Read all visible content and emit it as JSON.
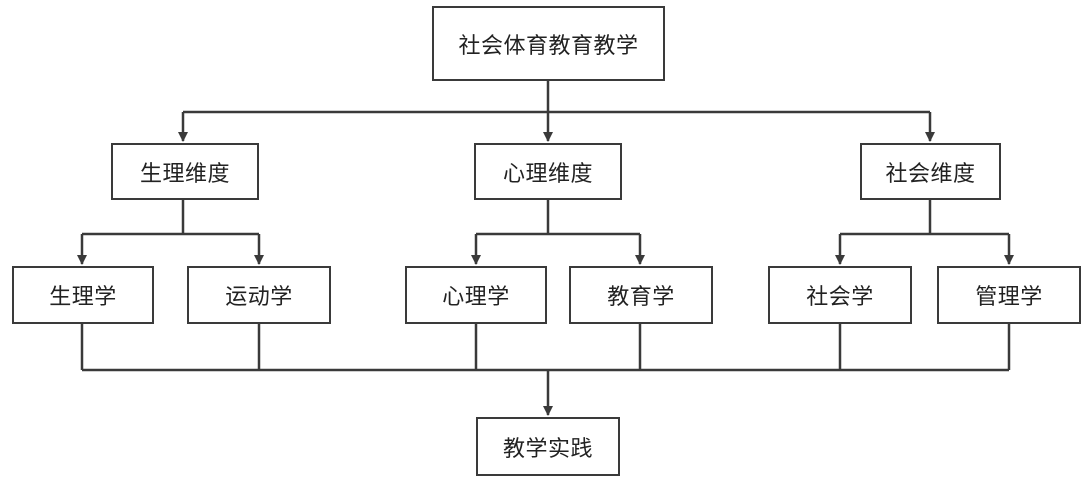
{
  "diagram": {
    "root": {
      "label": "社会体育教育教学"
    },
    "dimensions": [
      {
        "label": "生理维度",
        "children": [
          {
            "label": "生理学"
          },
          {
            "label": "运动学"
          }
        ]
      },
      {
        "label": "心理维度",
        "children": [
          {
            "label": "心理学"
          },
          {
            "label": "教育学"
          }
        ]
      },
      {
        "label": "社会维度",
        "children": [
          {
            "label": "社会学"
          },
          {
            "label": "管理学"
          }
        ]
      }
    ],
    "outcome": {
      "label": "教学实践"
    }
  },
  "colors": {
    "line": "#3a3a3a",
    "border": "#3a3a3a",
    "background": "#ffffff",
    "text": "#222222"
  }
}
